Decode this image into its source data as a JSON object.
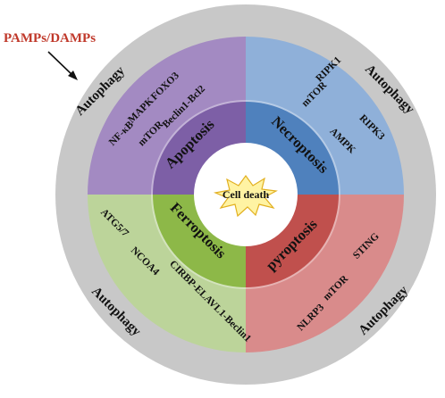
{
  "trigger_label": "PAMPs/DAMPs",
  "center_label": "Cell death",
  "outer_ring_label": "Autophagy",
  "colors": {
    "outer_ring": "#c8c8c8",
    "apoptosis_outer": "#a38ac2",
    "apoptosis_inner": "#7d5fa6",
    "necroptosis_outer": "#8fb0d9",
    "necroptosis_inner": "#4f81bd",
    "pyroptosis_outer": "#d98b8b",
    "pyroptosis_inner": "#c0504d",
    "ferroptosis_outer": "#bcd49a",
    "ferroptosis_inner": "#8db848",
    "white_ring": "#ffffff",
    "starburst": "#fff3a3",
    "starburst_stroke": "#e2b020",
    "trigger_text": "#c0392b"
  },
  "quadrants": [
    {
      "id": "apoptosis",
      "death_type": "Apoptosis",
      "outer_label": "Autophagy",
      "genes": [
        "NF-κB",
        "MAPK",
        "FOXO3",
        "mTOR",
        "Beclin1-Bcl2"
      ]
    },
    {
      "id": "necroptosis",
      "death_type": "Necroptosis",
      "outer_label": "Autophagy",
      "genes": [
        "RIPK1",
        "mTOR",
        "RIPK3",
        "AMPK"
      ]
    },
    {
      "id": "pyroptosis",
      "death_type": "pyroptosis",
      "outer_label": "Autophagy",
      "genes": [
        "NLRP3",
        "mTOR",
        "STING"
      ]
    },
    {
      "id": "ferroptosis",
      "death_type": "Ferroptosis",
      "outer_label": "Autophagy",
      "genes": [
        "ATG5/7",
        "NCOA4",
        "CIRBP-ELAVL1-Beclin1"
      ]
    }
  ]
}
